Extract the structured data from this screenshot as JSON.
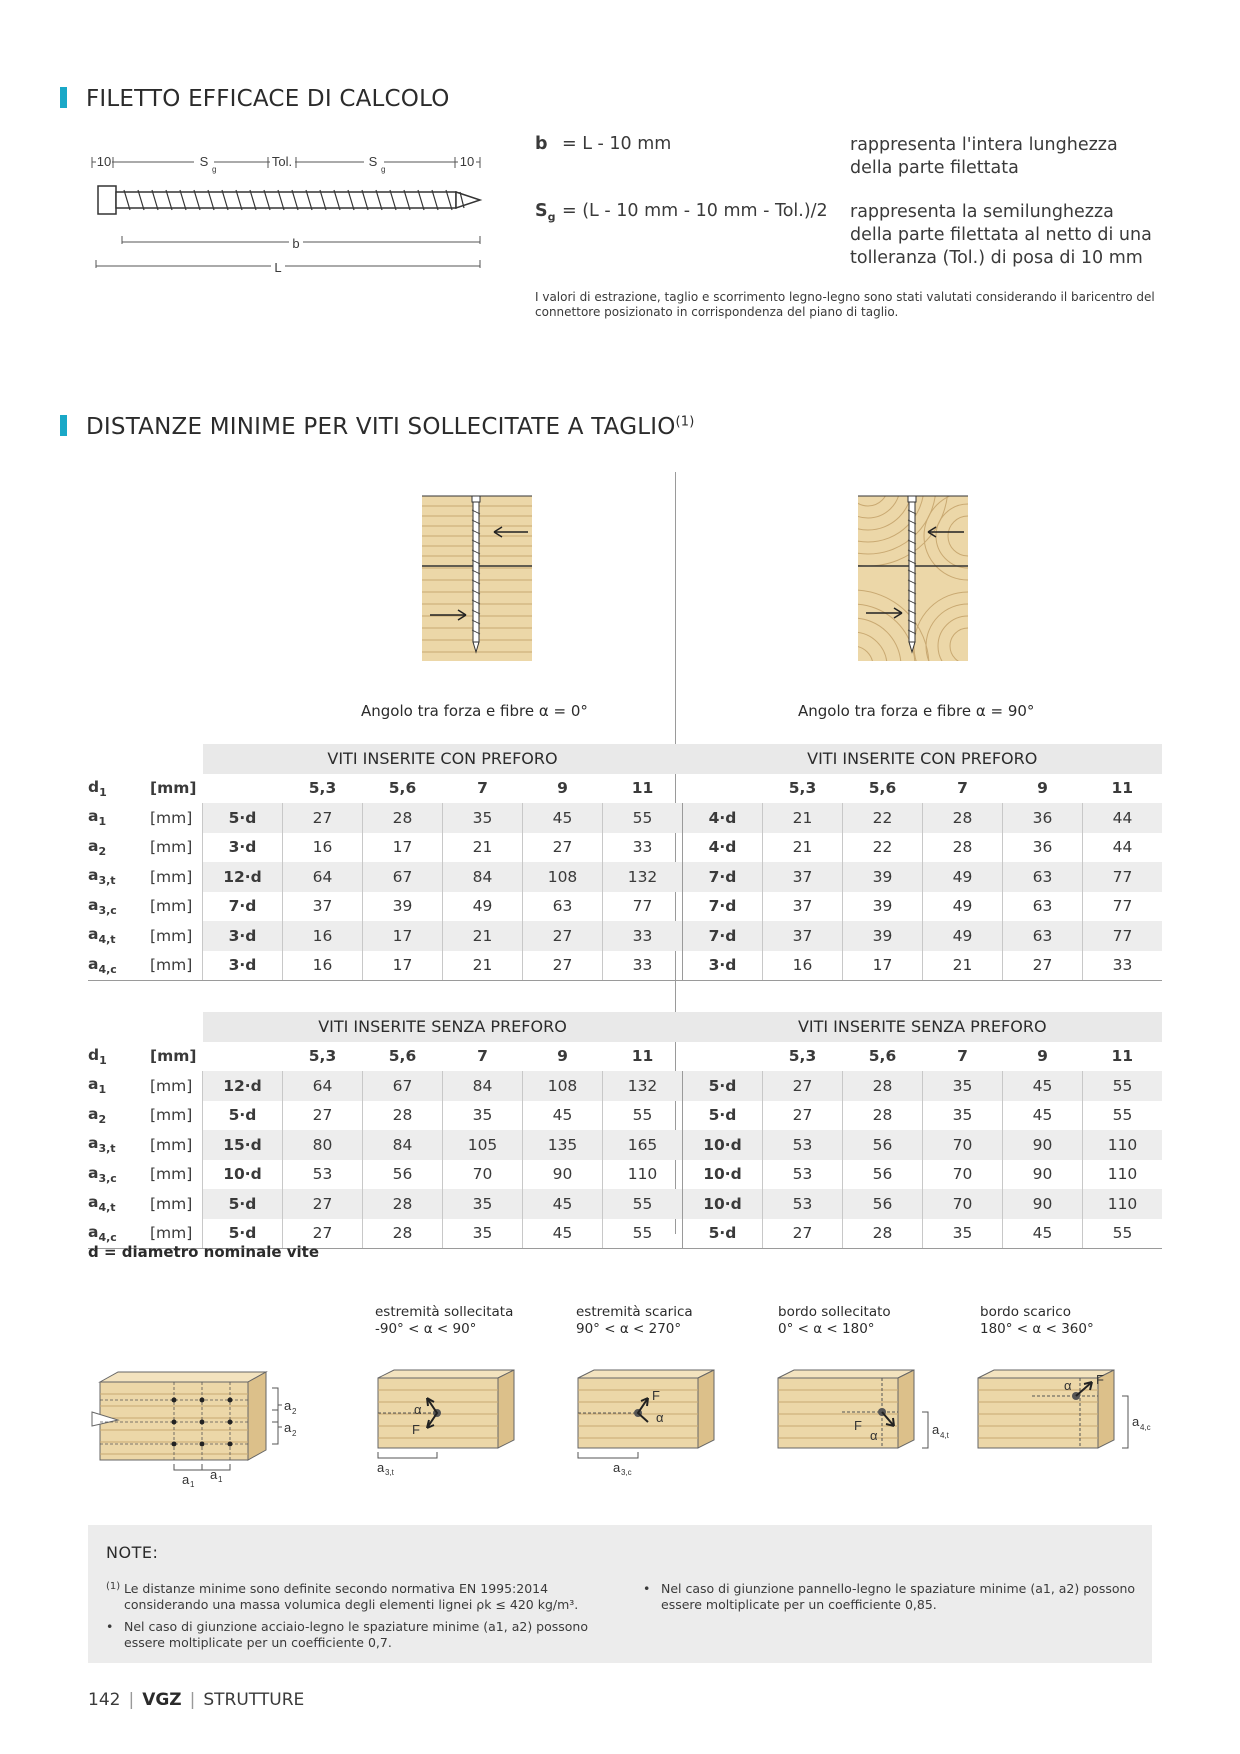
{
  "section1": {
    "title": "FILETTO EFFICACE DI CALCOLO",
    "diagram": {
      "l10_left": "10",
      "sg": "S",
      "sg_sub": "g",
      "tol": "Tol.",
      "l10_right": "10",
      "b": "b",
      "L": "L"
    },
    "formulas": [
      {
        "sym": "b",
        "sub": "",
        "eq": "= L - 10 mm",
        "desc": [
          "rappresenta l'intera lunghezza",
          "della parte filettata"
        ]
      },
      {
        "sym": "S",
        "sub": "g",
        "eq": "= (L - 10 mm - 10 mm - Tol.)/2",
        "desc": [
          "rappresenta la semilunghezza",
          "della parte filettata al netto di una",
          "tolleranza (Tol.) di posa di 10 mm"
        ]
      }
    ],
    "note": "I valori di estrazione, taglio e scorrimento legno-legno sono stati valutati considerando il baricentro del connettore posizionato in corrispondenza del piano di taglio."
  },
  "section2": {
    "title": "DISTANZE MINIME PER VITI SOLLECITATE A TAGLIO",
    "title_sup": "(1)",
    "angle_left": "Angolo tra forza e fibre α = 0°",
    "angle_right": "Angolo tra forza e fibre α = 90°",
    "unit": "[mm]",
    "diameters": [
      "5,3",
      "5,6",
      "7",
      "9",
      "11"
    ],
    "row_labels": [
      {
        "base": "a",
        "sub": "1"
      },
      {
        "base": "a",
        "sub": "2"
      },
      {
        "base": "a",
        "sub": "3,t"
      },
      {
        "base": "a",
        "sub": "3,c"
      },
      {
        "base": "a",
        "sub": "4,t"
      },
      {
        "base": "a",
        "sub": "4,c"
      }
    ],
    "d_label": {
      "base": "d",
      "sub": "1"
    },
    "tables": [
      {
        "header_left": "VITI INSERITE CON PREFORO",
        "header_right": "VITI INSERITE CON PREFORO",
        "rows": [
          {
            "fl": "5∙d",
            "vl": [
              "27",
              "28",
              "35",
              "45",
              "55"
            ],
            "fr": "4∙d",
            "vr": [
              "21",
              "22",
              "28",
              "36",
              "44"
            ]
          },
          {
            "fl": "3∙d",
            "vl": [
              "16",
              "17",
              "21",
              "27",
              "33"
            ],
            "fr": "4∙d",
            "vr": [
              "21",
              "22",
              "28",
              "36",
              "44"
            ]
          },
          {
            "fl": "12∙d",
            "vl": [
              "64",
              "67",
              "84",
              "108",
              "132"
            ],
            "fr": "7∙d",
            "vr": [
              "37",
              "39",
              "49",
              "63",
              "77"
            ]
          },
          {
            "fl": "7∙d",
            "vl": [
              "37",
              "39",
              "49",
              "63",
              "77"
            ],
            "fr": "7∙d",
            "vr": [
              "37",
              "39",
              "49",
              "63",
              "77"
            ]
          },
          {
            "fl": "3∙d",
            "vl": [
              "16",
              "17",
              "21",
              "27",
              "33"
            ],
            "fr": "7∙d",
            "vr": [
              "37",
              "39",
              "49",
              "63",
              "77"
            ]
          },
          {
            "fl": "3∙d",
            "vl": [
              "16",
              "17",
              "21",
              "27",
              "33"
            ],
            "fr": "3∙d",
            "vr": [
              "16",
              "17",
              "21",
              "27",
              "33"
            ]
          }
        ]
      },
      {
        "header_left": "VITI INSERITE SENZA PREFORO",
        "header_right": "VITI INSERITE SENZA PREFORO",
        "rows": [
          {
            "fl": "12∙d",
            "vl": [
              "64",
              "67",
              "84",
              "108",
              "132"
            ],
            "fr": "5∙d",
            "vr": [
              "27",
              "28",
              "35",
              "45",
              "55"
            ]
          },
          {
            "fl": "5∙d",
            "vl": [
              "27",
              "28",
              "35",
              "45",
              "55"
            ],
            "fr": "5∙d",
            "vr": [
              "27",
              "28",
              "35",
              "45",
              "55"
            ]
          },
          {
            "fl": "15∙d",
            "vl": [
              "80",
              "84",
              "105",
              "135",
              "165"
            ],
            "fr": "10∙d",
            "vr": [
              "53",
              "56",
              "70",
              "90",
              "110"
            ]
          },
          {
            "fl": "10∙d",
            "vl": [
              "53",
              "56",
              "70",
              "90",
              "110"
            ],
            "fr": "10∙d",
            "vr": [
              "53",
              "56",
              "70",
              "90",
              "110"
            ]
          },
          {
            "fl": "5∙d",
            "vl": [
              "27",
              "28",
              "35",
              "45",
              "55"
            ],
            "fr": "10∙d",
            "vr": [
              "53",
              "56",
              "70",
              "90",
              "110"
            ]
          },
          {
            "fl": "5∙d",
            "vl": [
              "27",
              "28",
              "35",
              "45",
              "55"
            ],
            "fr": "5∙d",
            "vr": [
              "27",
              "28",
              "35",
              "45",
              "55"
            ]
          }
        ]
      }
    ],
    "footnote": "d = diametro nominale vite",
    "cases": [
      {
        "name": "estremità sollecitata",
        "range": "-90° < α < 90°",
        "dim": "a",
        "dim_sub": "3,t",
        "f": "F",
        "alpha": "α"
      },
      {
        "name": "estremità scarica",
        "range": "90° < α < 270°",
        "dim": "a",
        "dim_sub": "3,c",
        "f": "F",
        "alpha": "α"
      },
      {
        "name": "bordo sollecitato",
        "range": "0° < α < 180°",
        "dim": "a",
        "dim_sub": "4,t",
        "f": "F",
        "alpha": "α"
      },
      {
        "name": "bordo scarico",
        "range": "180° < α < 360°",
        "dim": "a",
        "dim_sub": "4,c",
        "f": "F",
        "alpha": "α"
      }
    ],
    "spacing_labels": {
      "a": "a",
      "s1": "1",
      "s2": "2"
    }
  },
  "notes": {
    "title": "NOTE:",
    "n1_marker": "(1)",
    "n1_text": "Le distanze minime sono definite secondo normativa EN 1995:2014 considerando una massa volumica degli elementi lignei ρk ≤ 420 kg/m³.",
    "n2_text": "Nel caso di giunzione acciaio-legno le spaziature minime (a1, a2) possono essere moltiplicate per un coefficiente 0,7.",
    "n3_text": "Nel caso di giunzione pannello-legno le spaziature minime (a1, a2) possono essere moltiplicate per un coefficiente 0,85.",
    "bullet": "•"
  },
  "footer": {
    "page": "142",
    "product": "VGZ",
    "section": "STRUTTURE"
  },
  "colors": {
    "accent": "#1aa8c7",
    "wood": "#ecd7a8",
    "grain": "#c9a972"
  }
}
